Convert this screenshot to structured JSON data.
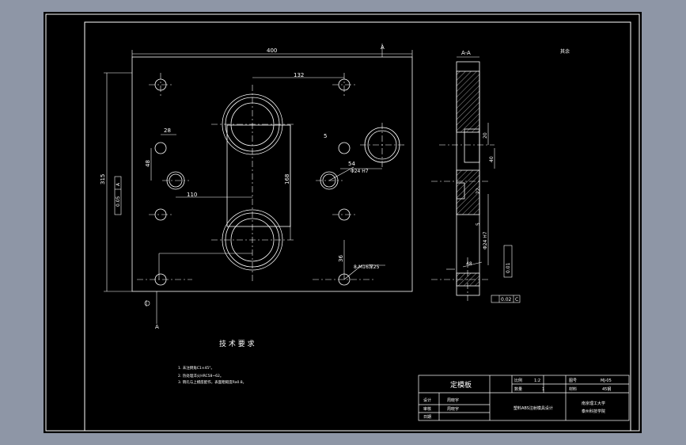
{
  "colors": {
    "background": "#8e96a6",
    "canvas": "#000000",
    "line": "#ffffff"
  },
  "dims": {
    "width": "400",
    "height": "315",
    "d132": "132",
    "d28": "28",
    "d48": "48",
    "d110": "110",
    "d168": "168",
    "d54": "54",
    "d36": "36",
    "d5": "5",
    "section_label": "A-A",
    "cut_a_top": "A",
    "cut_a_bottom": "A",
    "roughness_top": "其余",
    "hole_note": "Φ24 H7",
    "hole_note2": "8-M16深25",
    "datum_a": "A",
    "datum_c": "C",
    "tol_a": "0.05",
    "tol_b": "0.01",
    "tol_c": "0.02",
    "side_d1": "20",
    "side_d2": "40",
    "side_d3": "Φ24 H7",
    "side_d4": "22",
    "side_d5": "5",
    "side_d6": "48"
  },
  "requirements": {
    "title": "技 术 要 求",
    "items": [
      "1. 未注倒角C1×45°。",
      "2. 热处理淬火HRC58~62。",
      "3. 销孔与上模座配作，表面粗糙度Ra0.8。"
    ]
  },
  "title_block": {
    "part_name": "定模板",
    "scale_label": "比例",
    "scale_value": "1:2",
    "drawing_no_label": "图号",
    "drawing_no_value": "MJ-05",
    "qty_label": "数量",
    "qty_value": "1",
    "material_label": "材料",
    "material_value": "45钢",
    "design_label": "设计",
    "design_value": "周晓宇",
    "check_label": "审核",
    "check_value": "周晓宇",
    "date_label": "日期",
    "project": "塑料ABS注射模具设计",
    "school_1": "南京理工大学",
    "school_2": "泰州科技学院"
  }
}
